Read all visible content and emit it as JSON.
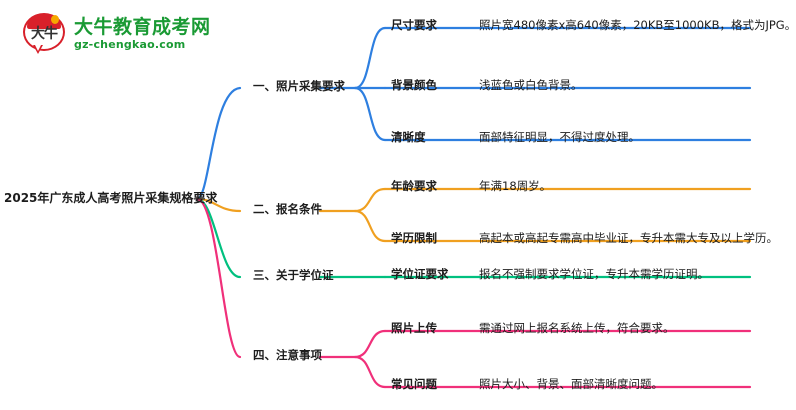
{
  "logo": {
    "mark_text": "大牛",
    "title": "大牛教育成考网",
    "domain": "gz-chengkao.com",
    "brand_green": "#1a9a34",
    "brand_red": "#d8202a"
  },
  "mindmap": {
    "root": {
      "label": "2025年广东成人高考照片采集规格要求"
    },
    "branches": [
      {
        "label": "一、照片采集要求",
        "color": "#2E7FE0",
        "children": [
          {
            "title": "尺寸要求",
            "detail": "照片宽480像素x高640像素，20KB至1000KB，格式为JPG。"
          },
          {
            "title": "背景颜色",
            "detail": "浅蓝色或白色背景。"
          },
          {
            "title": "清晰度",
            "detail": "面部特征明显，不得过度处理。"
          }
        ]
      },
      {
        "label": "二、报名条件",
        "color": "#F0A020",
        "children": [
          {
            "title": "年龄要求",
            "detail": "年满18周岁。"
          },
          {
            "title": "学历限制",
            "detail": "高起本或高起专需高中毕业证，专升本需大专及以上学历。"
          }
        ]
      },
      {
        "label": "三、关于学位证",
        "color": "#00C07F",
        "children": [
          {
            "title": "学位证要求",
            "detail": "报名不强制要求学位证，专升本需学历证明。"
          }
        ]
      },
      {
        "label": "四、注意事项",
        "color": "#F0307A",
        "children": [
          {
            "title": "照片上传",
            "detail": "需通过网上报名系统上传，符合要求。"
          },
          {
            "title": "常见问题",
            "detail": "照片大小、背景、面部清晰度问题。"
          }
        ]
      }
    ]
  }
}
